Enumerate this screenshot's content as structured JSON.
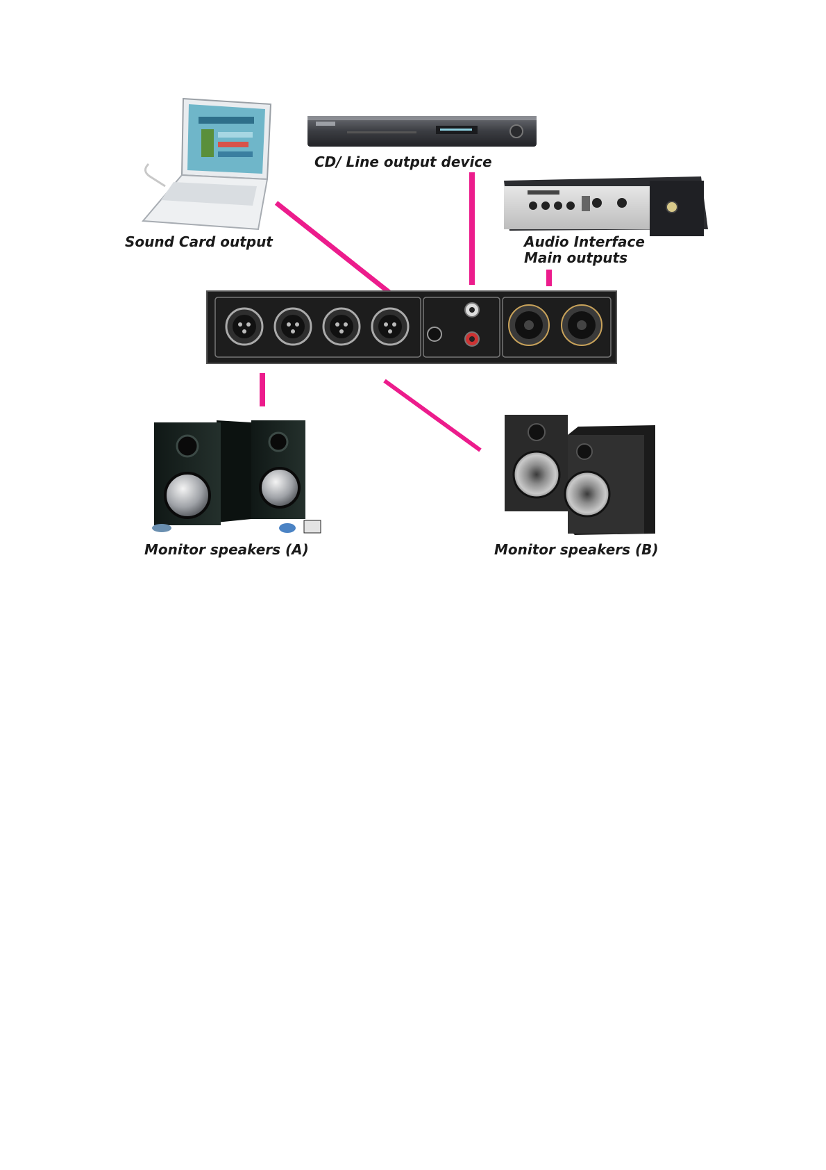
{
  "diagram": {
    "labels": {
      "sound_card": "Sound Card output",
      "cd_line": "CD/ Line output device",
      "audio_interface_line1": "Audio Interface",
      "audio_interface_line2": "Main outputs",
      "monitor_a": "Monitor speakers (A)",
      "monitor_b": "Monitor speakers (B)"
    },
    "colors": {
      "cable": "#ec1c8c",
      "device_dark": "#2b2b2b",
      "panel": "#1d1d1d"
    }
  }
}
